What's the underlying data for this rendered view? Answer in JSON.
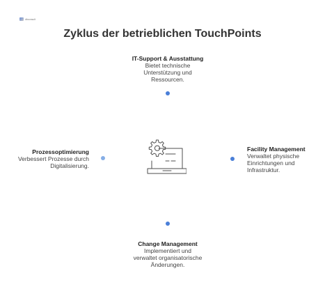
{
  "brand": {
    "logo_text": "dbconsult"
  },
  "title": "Zyklus der betrieblichen TouchPoints",
  "center_icon": "laptop-gear-icon",
  "nodes": {
    "top": {
      "heading": "IT-Support & Ausstattung",
      "lines": [
        "Bietet technische",
        "Unterstützung und",
        "Ressourcen."
      ],
      "dot_color": "#4a7fd8"
    },
    "right": {
      "heading": "Facility Management",
      "lines": [
        "Verwaltet physische",
        "Einrichtungen und",
        "Infrastruktur."
      ],
      "dot_color": "#4a7fd8"
    },
    "bottom": {
      "heading": "Change Management",
      "lines": [
        "Implementiert und",
        "verwaltet organisatorische",
        "Änderungen."
      ],
      "dot_color": "#4a7fd8"
    },
    "left": {
      "heading": "Prozessoptimierung",
      "lines": [
        "Verbessert Prozesse durch",
        "Digitalisierung."
      ],
      "dot_color": "#86aee6"
    }
  }
}
